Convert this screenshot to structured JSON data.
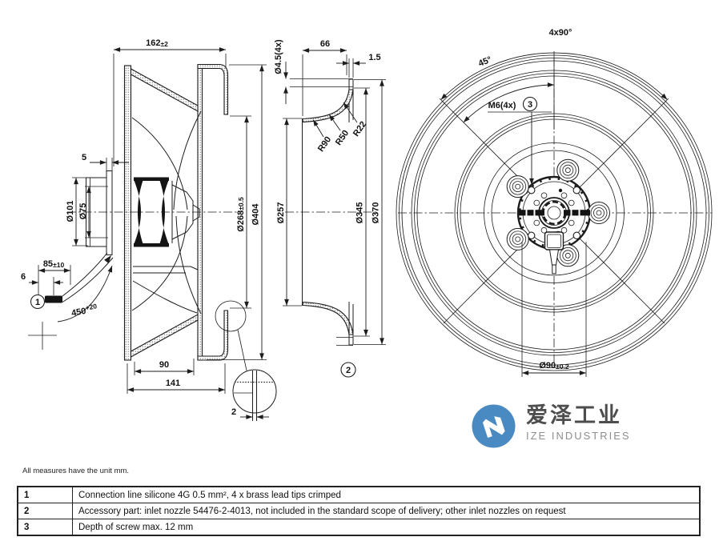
{
  "drawing_title": "Centrifugal fan technical drawing, three views",
  "d": {
    "len162": "162",
    "len162_tol": "±2",
    "dia404": "Ø404",
    "dia268": "Ø268",
    "dia268_tol": "±0.5",
    "gap5": "5",
    "dia101": "Ø101",
    "dia75": "Ø75",
    "len85": "85",
    "len85_tol": "±10",
    "len6": "6",
    "cable450": "450",
    "cable450_tol": "+20",
    "len90": "90",
    "len141": "141",
    "thick2": "2",
    "balloon1": "1",
    "balloon2": "2",
    "balloon3": "3",
    "len66": "66",
    "lip15": "1.5",
    "hole45": "Ø4.5(4x)",
    "r90": "R90",
    "r50": "R50",
    "r22": "R22",
    "dia257": "Ø257",
    "dia345": "Ø345",
    "dia370": "Ø370",
    "ang4x90": "4x90°",
    "ang45": "45°",
    "m6": "M6(4x)",
    "dia90": "Ø90",
    "dia90_tol": "±0.2"
  },
  "footnote": "All measures have the unit mm.",
  "logo": {
    "cn": "爱泽工业",
    "en": "IZE INDUSTRIES",
    "accent": "#4a8ac2"
  },
  "table": {
    "rows": [
      {
        "no": "1",
        "desc": "Connection line silicone 4G 0.5 mm², 4 x brass lead tips crimped"
      },
      {
        "no": "2",
        "desc": "Accessory part: inlet nozzle 54476-2-4013, not included in the standard scope of delivery; other inlet nozzles on request"
      },
      {
        "no": "3",
        "desc": "Depth of screw max. 12 mm"
      }
    ]
  }
}
